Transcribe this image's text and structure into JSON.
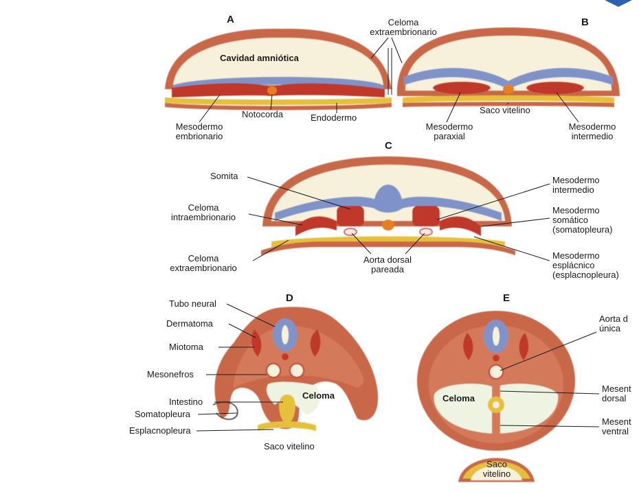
{
  "panels": {
    "a": "A",
    "b": "B",
    "c": "C",
    "d": "D",
    "e": "E"
  },
  "labels": {
    "celoma_extra_top": {
      "l1": "Celoma",
      "l2": "extraembrionario"
    },
    "cavidad_amniotica": "Cavidad amniótica",
    "notocorda": "Notocorda",
    "endodermo": "Endodermo",
    "mesodermo_embrionario": {
      "l1": "Mesodermo",
      "l2": "embrionario"
    },
    "saco_vitelino_b": "Saco vitelino",
    "mesodermo_paraxial": {
      "l1": "Mesodermo",
      "l2": "paraxial"
    },
    "mesodermo_intermedio_b": {
      "l1": "Mesodermo",
      "l2": "intermedio"
    },
    "somita": "Somita",
    "celoma_intra": {
      "l1": "Celoma",
      "l2": "intraembrionario"
    },
    "celoma_extra_c": {
      "l1": "Celoma",
      "l2": "extraembrionario"
    },
    "aorta_dorsal_pareada": {
      "l1": "Aorta dorsal",
      "l2": "pareada"
    },
    "mesodermo_intermedio_c": {
      "l1": "Mesodermo",
      "l2": "intermedio"
    },
    "mesodermo_somatico": {
      "l1": "Mesodermo",
      "l2": "somático",
      "l3": "(somatopleura)"
    },
    "mesodermo_esplacnico": {
      "l1": "Mesodermo",
      "l2": "esplácnico",
      "l3": "(esplacnopleura)"
    },
    "tubo_neural": "Tubo neural",
    "dermatoma": "Dermatoma",
    "miotoma": "Miotoma",
    "mesonefros": "Mesonefros",
    "intestino": "Intestino",
    "somatopleura": "Somatopleura",
    "esplacnopleura": "Esplacnopleura",
    "celoma_d": "Celoma",
    "saco_vitelino_d": "Saco vitelino",
    "aorta_dorsal_unica": {
      "l1": "Aorta d",
      "l2": "única"
    },
    "celoma_e": "Celoma",
    "mesent_dorsal": {
      "l1": "Mesent",
      "l2": "dorsal"
    },
    "mesent_ventral": {
      "l1": "Mesent",
      "l2": "ventral"
    },
    "saco_vitelino_e": {
      "l1": "Saco",
      "l2": "vitelino"
    }
  },
  "colors": {
    "ectoderm": "#c9674a",
    "neural": "#7f93c9",
    "mesoderm": "#c0392b",
    "endoderm": "#e7c03b",
    "cavity": "#f7f1dc",
    "cavity_green": "#eef3e2",
    "nucleus": "#e67e22"
  }
}
